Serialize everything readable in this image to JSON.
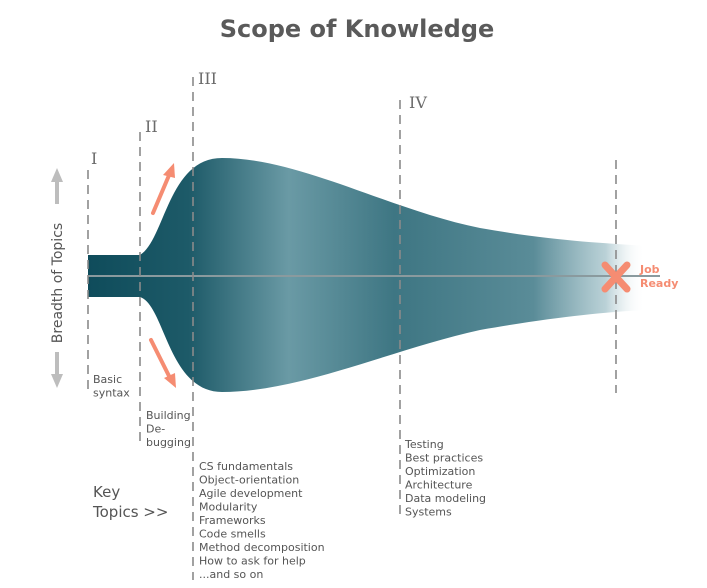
{
  "title": "Scope of Knowledge",
  "axis_label": "Breadth of Topics",
  "key_topics": {
    "line1": "Key",
    "line2": "Topics  >>"
  },
  "job_ready": {
    "line1": "Job",
    "line2": "Ready"
  },
  "colors": {
    "funnel_dark": "#11505f",
    "funnel_light": "#6e9da8",
    "arrow": "#f58c72",
    "marker": "#f58c72",
    "guide_line": "#8a8a8a"
  },
  "stages": [
    {
      "numeral": "I",
      "topics": [
        "Basic",
        "syntax"
      ]
    },
    {
      "numeral": "II",
      "topics": [
        "Building",
        "De-",
        "bugging"
      ]
    },
    {
      "numeral": "III",
      "topics": [
        "CS fundamentals",
        "Object-orientation",
        "Agile development",
        "Modularity",
        "Frameworks",
        "Code smells",
        "Method decomposition",
        "How to ask for help",
        "...and so on"
      ]
    },
    {
      "numeral": "IV",
      "topics": [
        "Testing",
        "Best practices",
        "Optimization",
        "Architecture",
        "Data modeling",
        "Systems"
      ]
    }
  ]
}
